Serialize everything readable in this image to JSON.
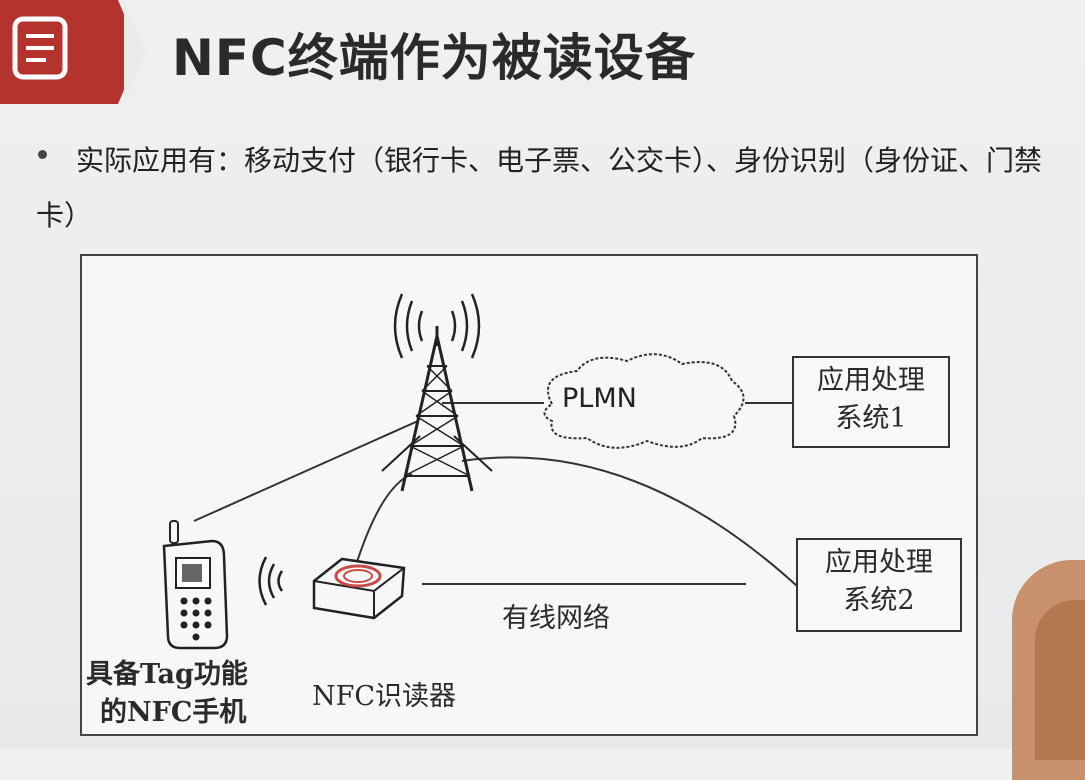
{
  "header": {
    "title": "NFC终端作为被读设备",
    "icon": "document-icon",
    "accent_color": "#b5332d"
  },
  "content": {
    "bullet_text": "实际应用有：移动支付（银行卡、电子票、公交卡）、身份识别（身份证、门禁卡）"
  },
  "diagram": {
    "cloud_label": "PLMN",
    "system1": [
      "应用处理",
      "系统1"
    ],
    "system2": [
      "应用处理",
      "系统2"
    ],
    "wired_label": "有线网络",
    "phone_label": [
      "具备Tag功能",
      "的NFC手机"
    ],
    "reader_label": "NFC识读器",
    "icons": [
      "antenna-tower-icon",
      "mobile-phone-icon",
      "nfc-reader-icon",
      "cloud-icon"
    ]
  }
}
